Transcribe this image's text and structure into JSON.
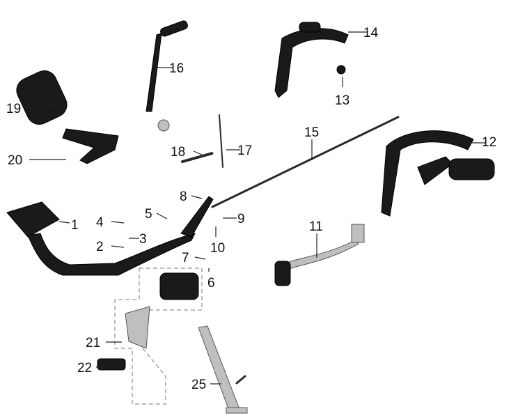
{
  "diagram": {
    "callouts": [
      "1",
      "2",
      "3",
      "4",
      "5",
      "6",
      "7",
      "8",
      "9",
      "10",
      "11",
      "12",
      "13",
      "14",
      "15",
      "16",
      "17",
      "18",
      "19",
      "20",
      "21",
      "22",
      "25"
    ]
  }
}
